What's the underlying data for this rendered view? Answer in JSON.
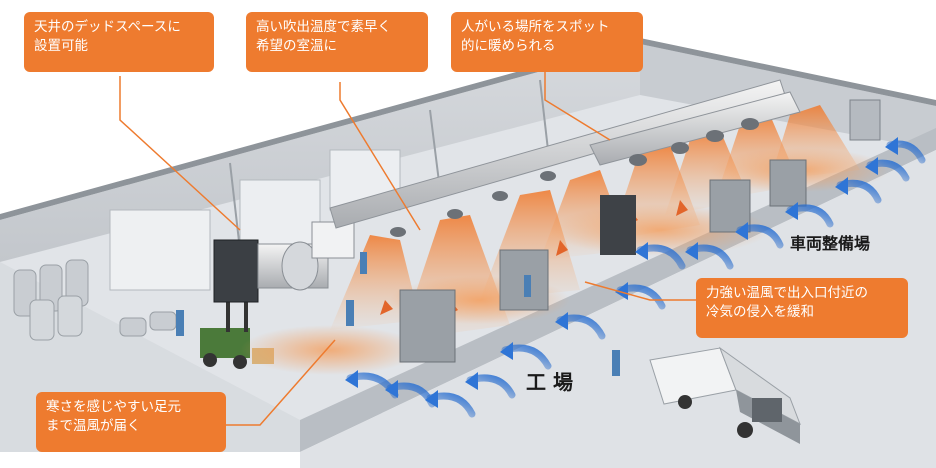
{
  "callouts": {
    "ceiling": "天井のデッドスペースに\n設置可能",
    "high_temp": "高い吹出温度で素早く\n希望の室温に",
    "spot": "人がいる場所をスポット\n的に暖められる",
    "entrance": "力強い温風で出入口付近の\n冷気の侵入を緩和",
    "floor": "寒さを感じやすい足元\nまで温風が届く"
  },
  "zones": {
    "vehicle_bay": "車両整備場",
    "factory": "工 場"
  },
  "colors": {
    "callout": "#ee7b2f",
    "warm_air": "#f0782a",
    "cold_air": "#2f6fc9"
  }
}
